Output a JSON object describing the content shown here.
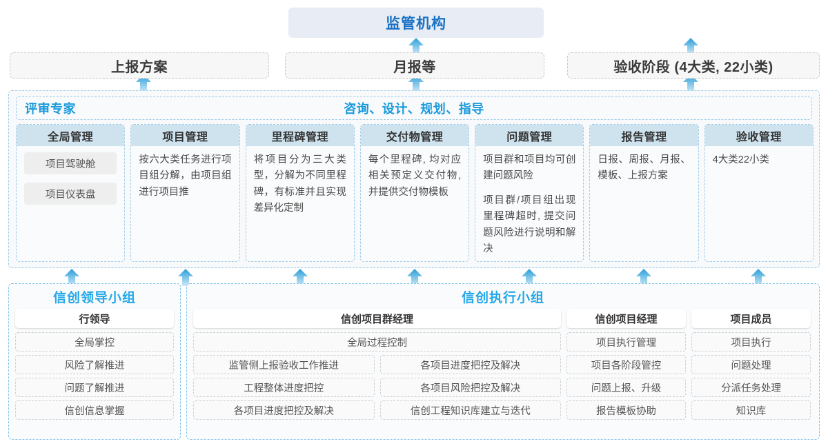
{
  "top": {
    "regulator": "监管机构",
    "channels": [
      {
        "label": "上报方案"
      },
      {
        "label": "月报等"
      },
      {
        "label": "验收阶段 (4大类, 22小类)"
      }
    ]
  },
  "middle": {
    "left_label": "评审专家",
    "center_label": "咨询、设计、规划、指导",
    "columns": [
      {
        "title": "全局管理",
        "chips": [
          "项目驾驶舱",
          "项目仪表盘"
        ],
        "paragraphs": []
      },
      {
        "title": "项目管理",
        "chips": [],
        "paragraphs": [
          "按六大类任务进行项目组分解，由项目组进行项目推"
        ]
      },
      {
        "title": "里程碑管理",
        "chips": [],
        "paragraphs": [
          "将项目分为三大类型，分解为不同里程碑，有标准并且实现差异化定制"
        ]
      },
      {
        "title": "交付物管理",
        "chips": [],
        "paragraphs": [
          "每个里程碑, 均对应相关预定义交付物,并提供交付物模板"
        ]
      },
      {
        "title": "问题管理",
        "chips": [],
        "paragraphs": [
          "项目群和项目均可创建问题风险",
          "项目群/项目组出现里程碑超时, 提交问题风险进行说明和解决"
        ]
      },
      {
        "title": "报告管理",
        "chips": [],
        "paragraphs": [
          "日报、周报、月报、模板、上报方案"
        ]
      },
      {
        "title": "验收管理",
        "chips": [],
        "paragraphs": [
          "4大类22小类"
        ]
      }
    ]
  },
  "bottom": {
    "leader_group": {
      "title": "信创领导小组",
      "role": "行领导",
      "items": [
        "全局掌控",
        "风险了解推进",
        "问题了解推进",
        "信创信息掌握"
      ]
    },
    "exec_group": {
      "title": "信创执行小组",
      "program_manager": {
        "role": "信创项目群经理",
        "full_width_item": "全局过程控制",
        "left_items": [
          "监管侧上报验收工作推进",
          "工程整体进度把控",
          "各项目进度把控及解决"
        ],
        "right_items": [
          "各项目进度把控及解决",
          "各项目风险把控及解决",
          "信创工程知识库建立与迭代"
        ]
      },
      "project_manager": {
        "role": "信创项目经理",
        "items": [
          "项目执行管理",
          "项目各阶段管控",
          "问题上报、升级",
          "报告模板协助"
        ]
      },
      "member": {
        "role": "项目成员",
        "items": [
          "项目执行",
          "问题处理",
          "分派任务处理",
          "知识库"
        ]
      }
    }
  },
  "colors": {
    "accent_blue": "#1a9bdc",
    "title_blue": "#1a72c4",
    "header_fill": "#cfe3ef",
    "top_fill": "#e7ecf5",
    "arrow_top": "#2a9fd8",
    "arrow_bottom": "#bfe1f4"
  }
}
